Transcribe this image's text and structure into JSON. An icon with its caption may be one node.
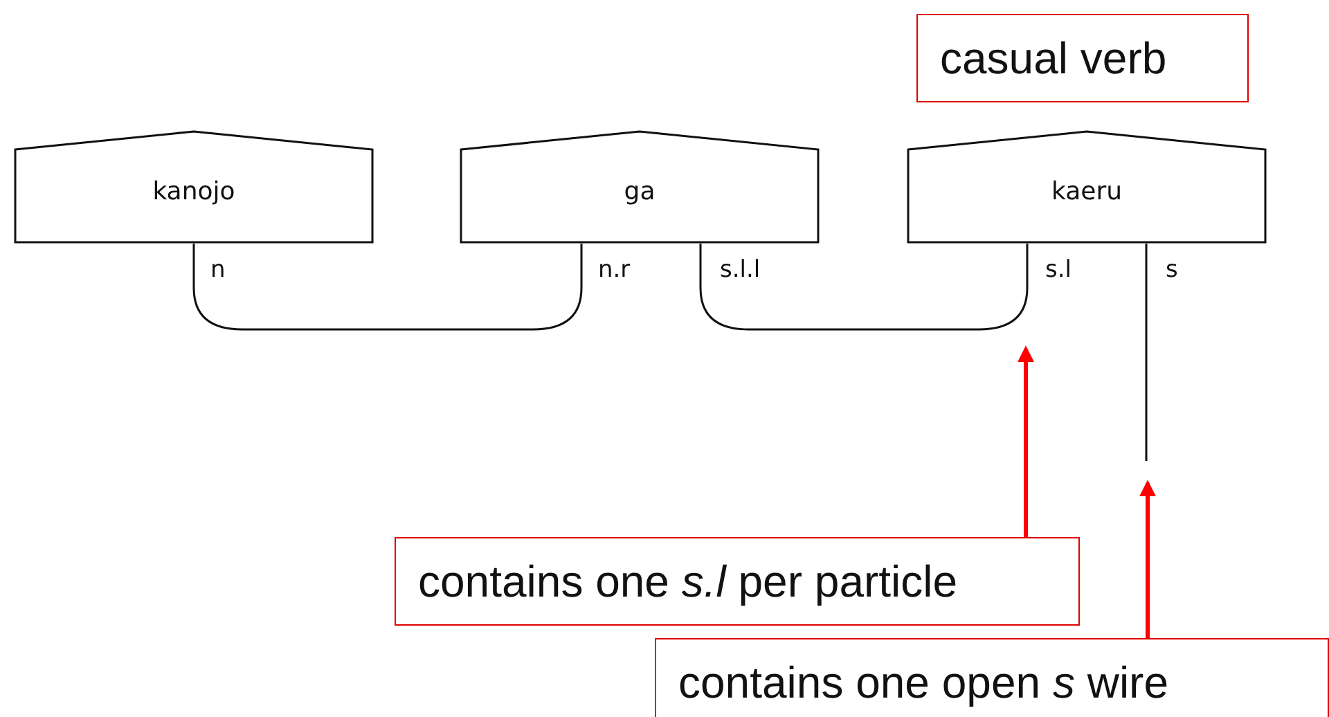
{
  "diagram": {
    "nodes": [
      {
        "text": [
          "kanojo"
        ]
      },
      {
        "text": [
          "ga"
        ]
      },
      {
        "text": [
          "kaeru"
        ]
      },
      {
        "text": [
          "casual verb"
        ]
      },
      {
        "text": [
          "contains one *s.l* per particle"
        ]
      },
      {
        "text": [
          "contains one open *s* wire"
        ]
      }
    ],
    "edges": [
      {
        "from": 0,
        "to": 1,
        "arrow": "none"
      },
      {
        "from": 1,
        "to": 2,
        "arrow": "none"
      },
      {
        "from": 2,
        "to": null,
        "arrow": "none"
      },
      {
        "from": 4,
        "to": null,
        "arrow": "to",
        "style": "thick",
        "color": "#ff0000"
      },
      {
        "from": 5,
        "to": null,
        "arrow": "to",
        "style": "thick",
        "color": "#ff0000"
      }
    ],
    "labels": [
      "n",
      "n.r",
      "s.l.l",
      "s.l",
      "s"
    ]
  }
}
